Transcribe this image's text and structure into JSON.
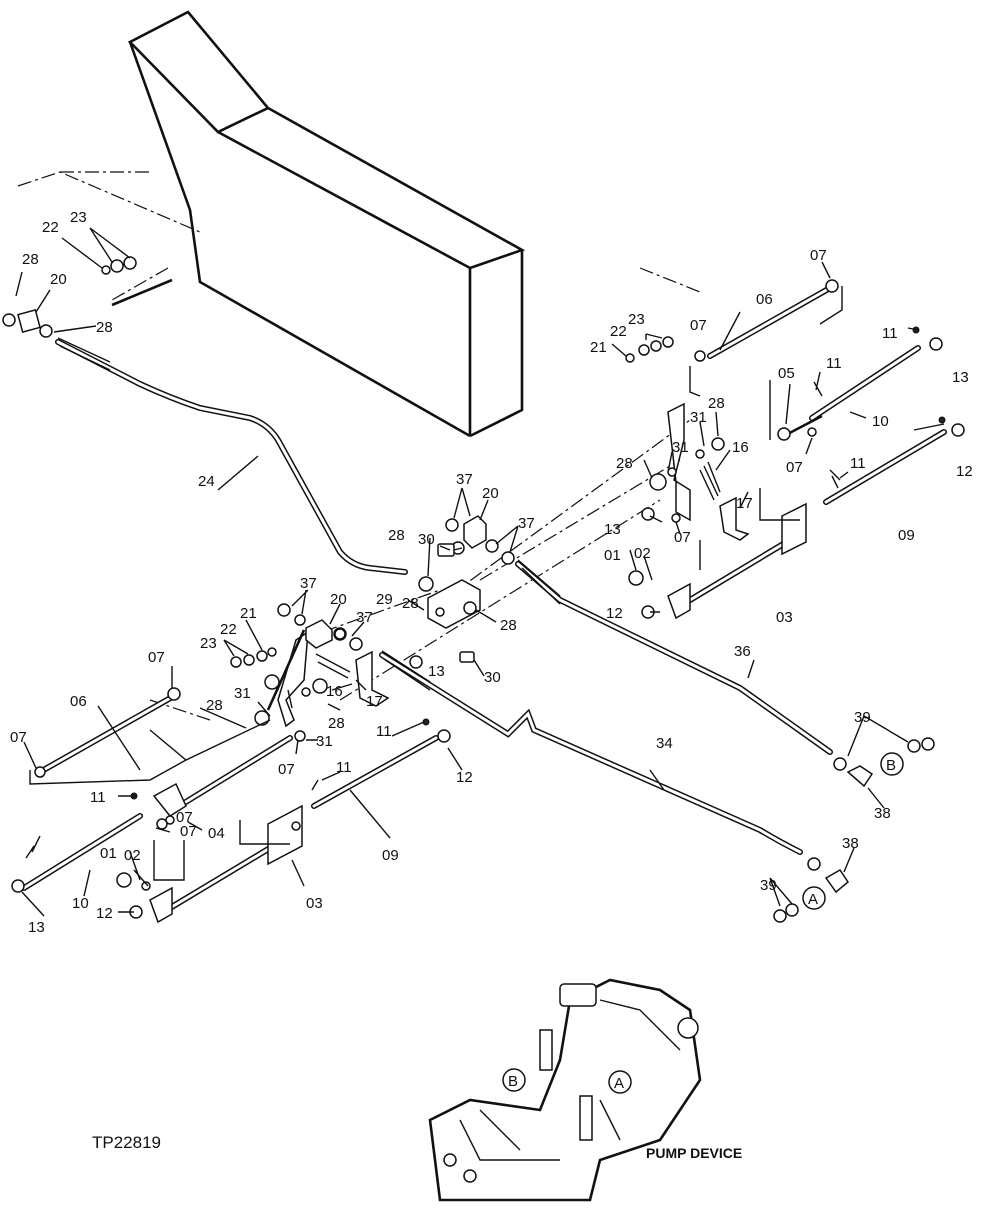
{
  "diagram": {
    "figure_id": "TP22819",
    "caption": "PUMP DEVICE",
    "callout_a": "A",
    "callout_b": "B",
    "labels": [
      "28",
      "22",
      "23",
      "20",
      "28",
      "24",
      "07",
      "06",
      "23",
      "22",
      "21",
      "07",
      "11",
      "13",
      "31",
      "28",
      "05",
      "11",
      "10",
      "31",
      "16",
      "28",
      "07",
      "11",
      "12",
      "37",
      "20",
      "37",
      "17",
      "13",
      "07",
      "01",
      "02",
      "09",
      "28",
      "30",
      "12",
      "03",
      "37",
      "20",
      "29",
      "28",
      "21",
      "37",
      "22",
      "23",
      "13",
      "30",
      "07",
      "31",
      "16",
      "06",
      "28",
      "17",
      "36",
      "28",
      "28",
      "07",
      "31",
      "11",
      "39",
      "12",
      "07",
      "38",
      "11",
      "07",
      "34",
      "07",
      "04",
      "11",
      "02",
      "01",
      "09",
      "38",
      "10",
      "39",
      "12",
      "03",
      "13"
    ]
  }
}
